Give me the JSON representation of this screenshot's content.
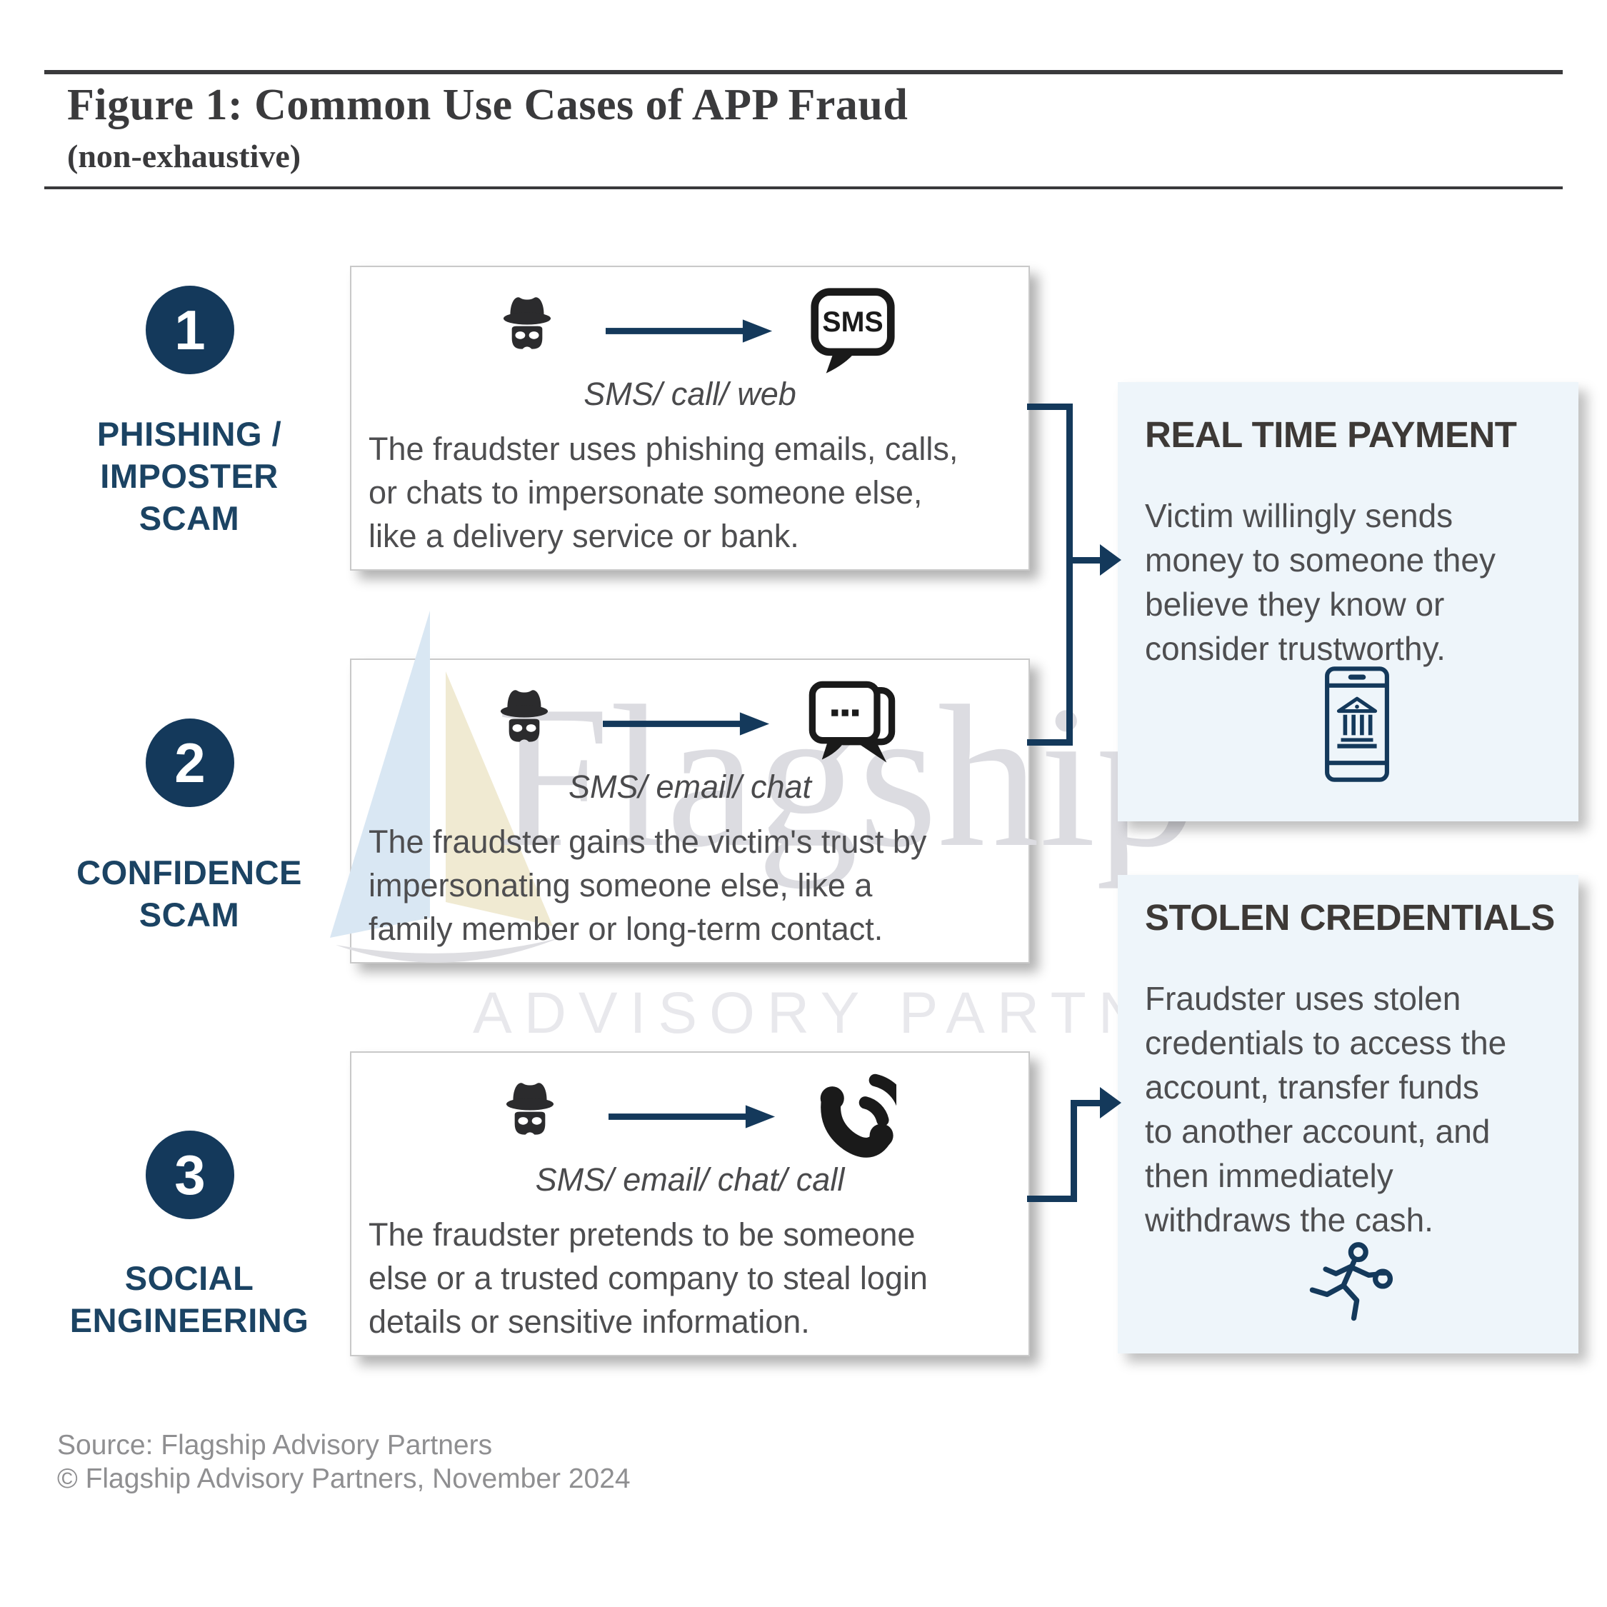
{
  "figure": {
    "title": "Figure 1: Common Use Cases of APP Fraud",
    "subtitle": "(non-exhaustive)"
  },
  "use_cases": [
    {
      "number": "1",
      "label": "PHISHING /\nIMPOSTER\nSCAM",
      "channels": "SMS/ call/ web",
      "description": "The fraudster uses phishing emails, calls,\nor chats to impersonate someone else,\nlike a delivery service or bank.",
      "target_icon": "sms-bubble-icon"
    },
    {
      "number": "2",
      "label": "CONFIDENCE\nSCAM",
      "channels": "SMS/ email/ chat",
      "description": "The fraudster gains the victim's trust by\nimpersonating someone else, like a\nfamily member or long-term contact.",
      "target_icon": "chat-bubbles-icon"
    },
    {
      "number": "3",
      "label": "SOCIAL\nENGINEERING",
      "channels": "SMS/ email/ chat/ call",
      "description": "The fraudster pretends to be someone\nelse or a trusted company to steal login\ndetails or sensitive information.",
      "target_icon": "phone-call-icon"
    }
  ],
  "outcomes": [
    {
      "heading": "REAL TIME PAYMENT",
      "description": "Victim willingly sends\nmoney to someone they\nbelieve they know or\nconsider trustworthy.",
      "icon": "mobile-banking-icon"
    },
    {
      "heading": "STOLEN CREDENTIALS",
      "description": "Fraudster uses stolen\ncredentials to access the\naccount, transfer funds\nto another account, and\nthen immediately\nwithdraws the cash.",
      "icon": "running-thief-icon"
    }
  ],
  "icons": {
    "sms_label": "SMS"
  },
  "watermark": {
    "brand": "Flagship",
    "tagline": "ADVISORY PARTNERS"
  },
  "footer": {
    "source": "Source: Flagship Advisory Partners",
    "copyright": "© Flagship Advisory Partners, November 2024"
  },
  "colors": {
    "navy": "#14395b",
    "label_navy": "#1b4363",
    "title_ink": "#3a3a3c",
    "heading_ink": "#3d3936",
    "body_text": "#4e4e50",
    "icon_black": "#1a1a1a",
    "box_border": "#c9c9c9",
    "outcome_bg": "#eef5fa",
    "source_gray": "#8f8f91",
    "watermark_gray": "#dcdce1",
    "sail_blue": "#d9e7f3",
    "sail_cream": "#f0ead2"
  }
}
